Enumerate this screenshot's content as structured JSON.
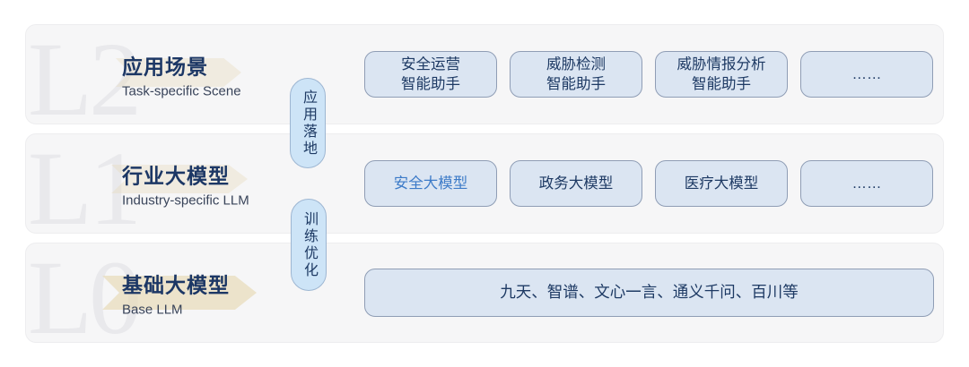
{
  "diagram_title": "LLM layered architecture",
  "layers": [
    {
      "watermark": "L2",
      "title": "应用场景",
      "subtitle": "Task-specific Scene",
      "boxes": [
        {
          "label": "安全运营\n智能助手"
        },
        {
          "label": "威胁检测\n智能助手"
        },
        {
          "label": "威胁情报分析\n智能助手"
        },
        {
          "label": "……"
        }
      ]
    },
    {
      "watermark": "L1",
      "title": "行业大模型",
      "subtitle": "Industry-specific LLM",
      "boxes": [
        {
          "label": "安全大模型",
          "highlighted": true
        },
        {
          "label": "政务大模型"
        },
        {
          "label": "医疗大模型"
        },
        {
          "label": "……"
        }
      ]
    },
    {
      "watermark": "L0",
      "title": "基础大模型",
      "subtitle": "Base LLM",
      "boxes": [
        {
          "label": "九天、智谱、文心一言、通义千问、百川等"
        }
      ]
    }
  ],
  "connectors": [
    {
      "label": "应用落地"
    },
    {
      "label": "训练优化"
    }
  ],
  "colors": {
    "row_background": "#f6f6f7",
    "box_background": "#dbe5f2",
    "box_border": "#8f9db5",
    "pill_background": "#cde4f7",
    "pill_border": "#9db6d2",
    "title_text": "#1c3765",
    "box_text": "#1e3a64",
    "highlight_text": "#3d7bc8",
    "watermark_text": "#e9e9ec",
    "arrow_banner": "#e7dbba"
  }
}
